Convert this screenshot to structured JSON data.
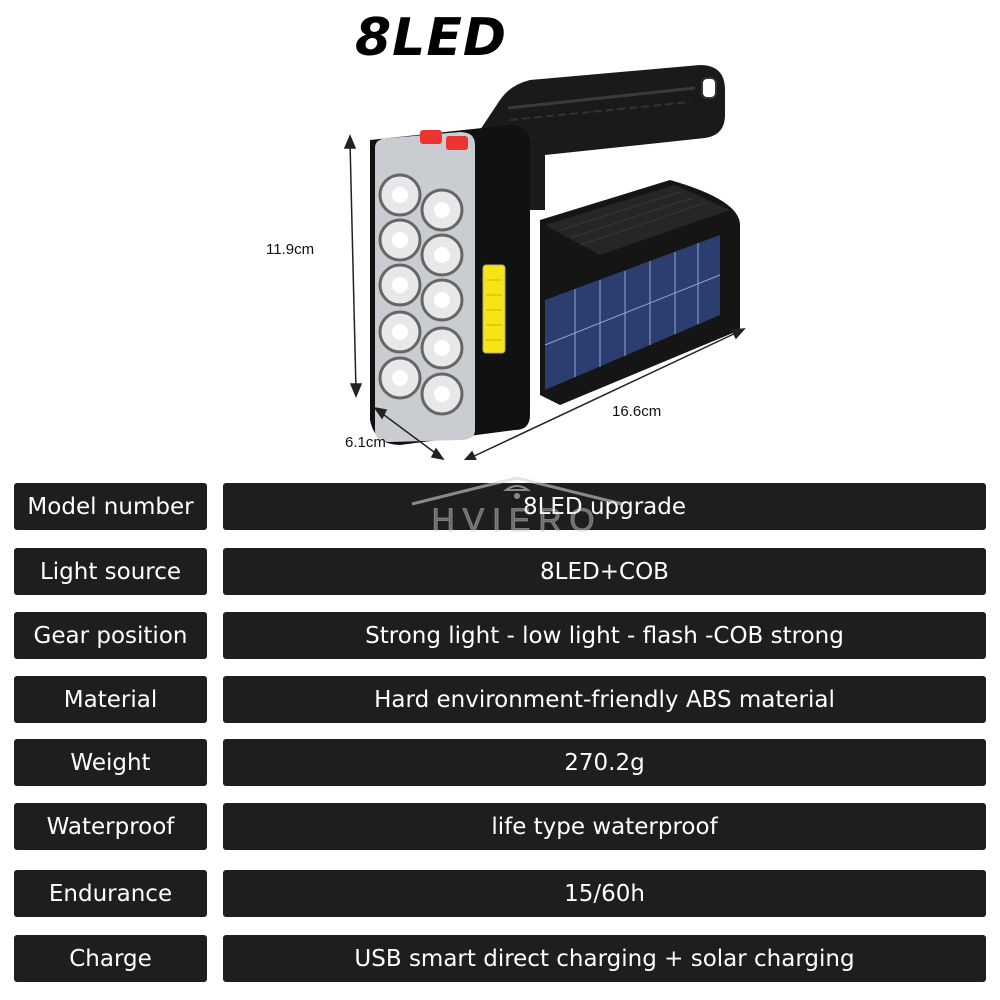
{
  "title": "8LED",
  "dimensions": {
    "height": "11.9cm",
    "length": "16.6cm",
    "depth": "6.1cm"
  },
  "watermark": "HVIERO",
  "specs": [
    {
      "label": "Model number",
      "value": "8LED upgrade"
    },
    {
      "label": "Light source",
      "value": "8LED+COB"
    },
    {
      "label": "Gear position",
      "value": "Strong light - low light - flash -COB strong"
    },
    {
      "label": "Material",
      "value": "Hard environment-friendly ABS material"
    },
    {
      "label": "Weight",
      "value": "270.2g"
    },
    {
      "label": "Waterproof",
      "value": "life type waterproof"
    },
    {
      "label": "Endurance",
      "value": "15/60h"
    },
    {
      "label": "Charge",
      "value": "USB smart direct charging + solar charging"
    }
  ]
}
